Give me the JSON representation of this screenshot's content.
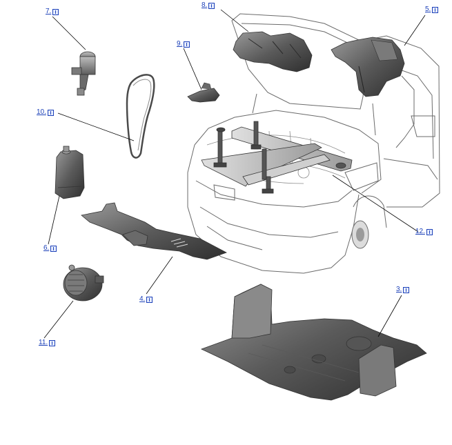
{
  "diagram": {
    "callouts": [
      {
        "id": "c7",
        "label": "7.",
        "icon": "book-icon"
      },
      {
        "id": "c8",
        "label": "8.",
        "icon": "book-icon"
      },
      {
        "id": "c5",
        "label": "5.",
        "icon": "book-icon"
      },
      {
        "id": "c9",
        "label": "9.",
        "icon": "book-icon"
      },
      {
        "id": "c10",
        "label": "10.",
        "icon": "book-icon"
      },
      {
        "id": "c6",
        "label": "6.",
        "icon": "book-icon"
      },
      {
        "id": "c4",
        "label": "4.",
        "icon": "book-icon"
      },
      {
        "id": "c11",
        "label": "11.",
        "icon": "book-icon"
      },
      {
        "id": "c3",
        "label": "3.",
        "icon": "book-icon"
      },
      {
        "id": "c12",
        "label": "12.",
        "icon": "book-icon"
      }
    ]
  },
  "colors": {
    "link": "#1a3fb8",
    "part_dark": "#4a4a4a",
    "part_mid": "#8a8a8a",
    "outline": "#555555"
  }
}
